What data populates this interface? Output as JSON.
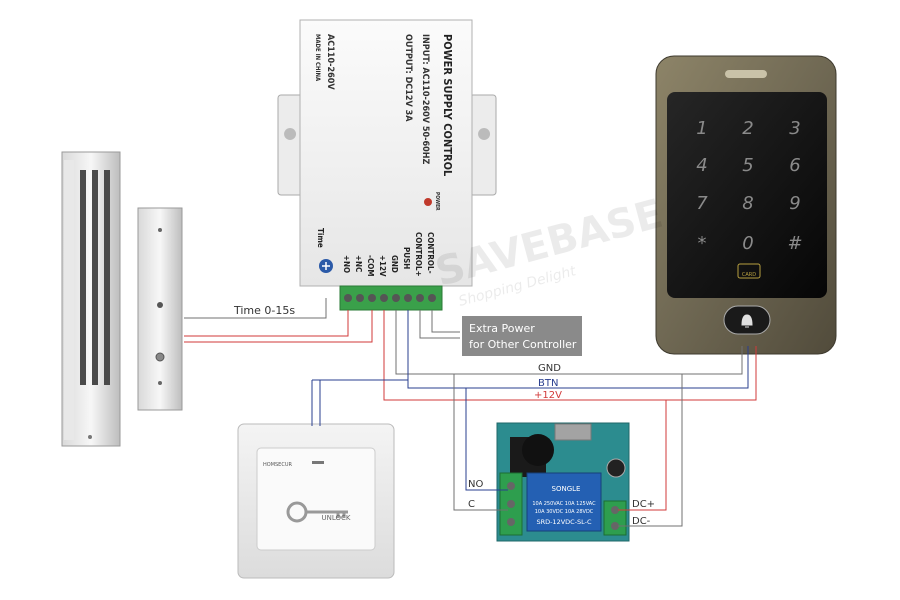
{
  "power_supply": {
    "title": "POWER SUPPLY CONTROL",
    "input": "INPUT: AC110-260V 50-60HZ",
    "output": "OUTPUT: DC12V 3A",
    "ac_range": "AC110-260V",
    "origin": "MADE IN CHINA",
    "power_label": "POWER",
    "time_label": "Time",
    "terminals": [
      "+NO",
      "+NC",
      "-COM",
      "+12V",
      "GND",
      "PUSH",
      "CONTROL+",
      "CONTROL-"
    ]
  },
  "labels": {
    "time_range": "Time 0-15s",
    "extra_power_line1": "Extra Power",
    "extra_power_line2": "for Other Controller",
    "gnd": "GND",
    "btn": "BTN",
    "plus12v": "+12V",
    "no": "NO",
    "c": "C",
    "dc_plus": "DC+",
    "dc_minus": "DC-"
  },
  "keypad": {
    "keys": [
      "1",
      "2",
      "3",
      "4",
      "5",
      "6",
      "7",
      "8",
      "9",
      "*",
      "0",
      "#"
    ],
    "card_label": "CARD"
  },
  "exit_button": {
    "brand": "HOMSECUR",
    "label": "UNLOCK"
  },
  "relay": {
    "brand": "SONGLE",
    "spec1": "10A 250VAC   10A 125VAC",
    "spec2": "10A 30VDC   10A 28VDC",
    "model": "SRD-12VDC-SL-C"
  },
  "watermark": {
    "line1": "SAVEBASE",
    "line2": "Shopping Delight"
  },
  "colors": {
    "wire_red": "#d23a3a",
    "wire_blue": "#2a3f8f",
    "wire_gray": "#707070",
    "label_box": "#8a8a8a"
  }
}
